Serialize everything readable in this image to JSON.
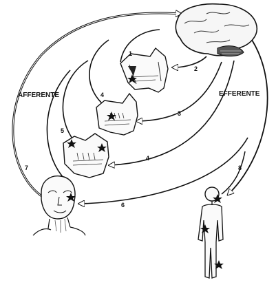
{
  "labels": {
    "afferent": "AFFERENTE",
    "efferent": "EFFERENTE"
  },
  "step_numbers": {
    "n1": "1",
    "n2": "2",
    "n3": "3",
    "n4a": "4",
    "n4b": "4",
    "n5": "5",
    "n6": "6",
    "n7": "7",
    "n8": "8"
  },
  "icons": {
    "brain": "brain-icon",
    "skull": "skull-jaw-icon",
    "face": "face-icon",
    "body": "body-figure-icon",
    "star": "star-icon"
  }
}
